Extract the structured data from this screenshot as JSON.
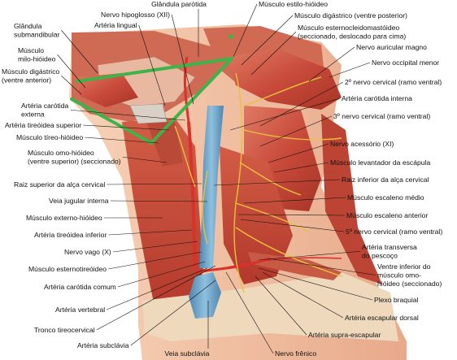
{
  "labels": [
    {
      "id": "glandula-parotida",
      "text": "Glândula parótida"
    },
    {
      "id": "nervo-hipoglosso",
      "text": "Nervo hipoglosso (XII)"
    },
    {
      "id": "arteria-lingual",
      "text": "Artéria lingual"
    },
    {
      "id": "glandula-submandibular",
      "lines": [
        "Glândula",
        "submandibular"
      ]
    },
    {
      "id": "musculo-milo-hioideo",
      "lines": [
        "Músculo",
        "milo-hióideo"
      ]
    },
    {
      "id": "musculo-digastrico-anterior",
      "lines": [
        "Músculo digástrico",
        "(ventre anterior)"
      ]
    },
    {
      "id": "arteria-carotida-externa",
      "lines": [
        "Artéria carótida",
        "externa"
      ]
    },
    {
      "id": "arteria-tireoidea-superior",
      "text": "Artéria tireóidea superior"
    },
    {
      "id": "musculo-tireo-hioideo",
      "text": "Músculo tíreo-hióideo"
    },
    {
      "id": "musculo-omo-hioideo",
      "lines": [
        "Músculo omo-hióideo",
        "(ventre superior) (seccionado)"
      ]
    },
    {
      "id": "raiz-superior-alca",
      "text": "Raiz superior da alça cervical"
    },
    {
      "id": "veia-jugular-interna",
      "text": "Veia jugular interna"
    },
    {
      "id": "musculo-esterno-hioideo",
      "text": "Músculo externo-hióideo"
    },
    {
      "id": "arteria-tireoidea-inferior",
      "text": "Artéria tireóidea inferior"
    },
    {
      "id": "nervo-vago",
      "text": "Nervo vago (X)"
    },
    {
      "id": "musculo-esternotireoideo",
      "text": "Músculo esternotireóideo"
    },
    {
      "id": "arteria-carotida-comum",
      "text": "Artéria carótida comum"
    },
    {
      "id": "arteria-vertebral",
      "text": "Artéria vertebral"
    },
    {
      "id": "tronco-tireocervical",
      "text": "Tronco tireocervical"
    },
    {
      "id": "arteria-subclavia",
      "text": "Artéria subclávia"
    },
    {
      "id": "veia-subclavia",
      "text": "Veia subclávia"
    },
    {
      "id": "nervo-frenico",
      "text": "Nervo frênico"
    },
    {
      "id": "musculo-estilo-hioideo",
      "text": "Músculo estilo-hióideo"
    },
    {
      "id": "musculo-digastrico-posterior",
      "text": "Músculo digástrico (ventre posterior)"
    },
    {
      "id": "musculo-esternocleidomastoideo",
      "lines": [
        "Músculo esternocleidomastóideo",
        "(seccionado, deslocado para cima)"
      ]
    },
    {
      "id": "nervo-auricular-magno",
      "text": "Nervo auricular magno"
    },
    {
      "id": "nervo-occipital-menor",
      "text": "Nervo occipital menor"
    },
    {
      "id": "segundo-nervo-cervical",
      "text": "2º nervo cervical (ramo ventral)"
    },
    {
      "id": "arteria-carotida-interna",
      "text": "Artéria carótida interna"
    },
    {
      "id": "terceiro-nervo-cervical",
      "text": "3º nervo cervical (ramo ventral)"
    },
    {
      "id": "nervo-acessorio",
      "text": "Nervo acessório (XI)"
    },
    {
      "id": "musculo-levantador-escapula",
      "text": "Músculo levantador da escápula"
    },
    {
      "id": "raiz-inferior-alca",
      "text": "Raiz inferior da alça cervical"
    },
    {
      "id": "musculo-escaleno-medio",
      "text": "Músculo escaleno médio"
    },
    {
      "id": "musculo-escaleno-anterior",
      "text": "Músculo escaleno anterior"
    },
    {
      "id": "quinto-nervo-cervical",
      "text": "5º nervo cervical (ramo ventral)"
    },
    {
      "id": "arteria-transversa-pescoco",
      "lines": [
        "Artéria transversa",
        "do pescoço"
      ]
    },
    {
      "id": "ventre-inferior-omo-hioideo",
      "lines": [
        "Ventre inferior do",
        "músculo omo-",
        "hióideo (seccionado)"
      ]
    },
    {
      "id": "plexo-braquial",
      "text": "Plexo braquial"
    },
    {
      "id": "arteria-escapular-dorsal",
      "text": "Artéria escapular dorsal"
    },
    {
      "id": "arteria-supra-escapular",
      "text": "Artéria supra-escapular"
    }
  ],
  "colors": {
    "muscle": "#c9473a",
    "muscle_dark": "#9b2c22",
    "muscle_light": "#e47b64",
    "skin": "#f2c2a4",
    "fat": "#f0dcb8",
    "vein": "#6fa3c7",
    "artery": "#d8322a",
    "nerve": "#e8c23c",
    "annotation": "#3fb34a"
  }
}
